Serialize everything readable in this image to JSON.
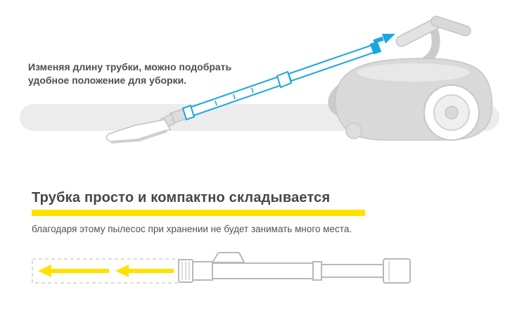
{
  "page": {
    "background": "#ffffff",
    "text_color": "#4f4f4f",
    "illustration_gray": "#c6c6c6"
  },
  "top_section": {
    "caption_line1": "Изменяя длину трубки, можно подобрать",
    "caption_line2": "удобное положение для уборки.",
    "illustration": "vacuum-cleaner-with-extended-telescopic-tube",
    "accent_blue": "#1aa7e0",
    "band_color": "#ececec"
  },
  "bottom_section": {
    "heading": "Трубка просто и компактно складывается",
    "subtext": "благодаря этому пылесос при хранении не будет занимать много места.",
    "illustration": "collapsed-telescopic-tube-with-fold-arrows",
    "accent_yellow": "#ffe100"
  }
}
